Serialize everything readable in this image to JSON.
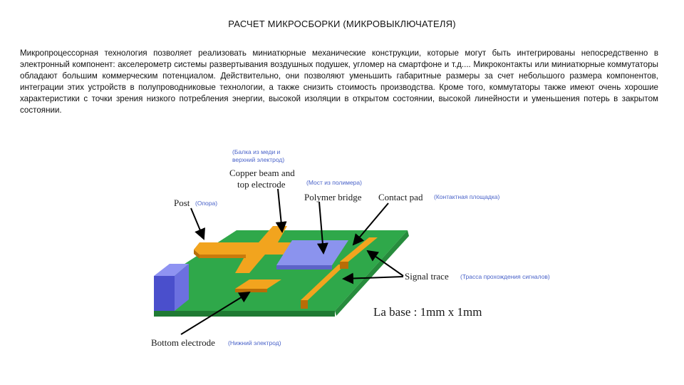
{
  "title": "РАСЧЕТ МИКРОСБОРКИ (МИКРОВЫКЛЮЧАТЕЛЯ)",
  "paragraph": "Микропроцессорная технология позволяет реализовать миниатюрные механические конструкции, которые могут быть интегрированы непосредственно в электронный компонент: акселерометр системы развертывания воздушных подушек, угломер на смартфоне и т.д.... Микроконтакты или миниатюрные коммутаторы обладают большим коммерческим потенциалом. Действительно, они позволяют уменьшить габаритные размеры за счет небольшого размера компонентов, интеграции этих устройств в полупроводниковые технологии, а также снизить стоимость производства. Кроме того, коммутаторы также имеют очень хорошие характеристики с точки зрения низкого потребления энергии, высокой изоляции в открытом состоянии, высокой линейности и уменьшения потерь в закрытом состоянии.",
  "diagram": {
    "labels": {
      "copper_beam_en_1": "Copper beam and",
      "copper_beam_en_2": "top electrode",
      "copper_beam_ru_1": "(Балка из меди и",
      "copper_beam_ru_2": "верхний электрод)",
      "polymer_bridge_en": "Polymer bridge",
      "polymer_bridge_ru": "(Мост из полимера)",
      "contact_pad_en": "Contact pad",
      "contact_pad_ru": "(Контактная площадка)",
      "post_en": "Post",
      "post_ru": "(Опора)",
      "signal_trace_en": "Signal trace",
      "signal_trace_ru": "(Трасса прохождения сигналов)",
      "bottom_electrode_en": "Bottom electrode",
      "bottom_electrode_ru": "(Нижний электрод)",
      "base_caption": "La base : 1mm x 1mm"
    },
    "colors": {
      "substrate_top": "#2fa84a",
      "substrate_front": "#1f7a33",
      "post_top": "#8f93f2",
      "post_front": "#4a4fcc",
      "copper": "#f2a41e",
      "copper_dark": "#b86d07",
      "polymer": "#8b93ee",
      "russian_label": "#4a63c9"
    }
  }
}
